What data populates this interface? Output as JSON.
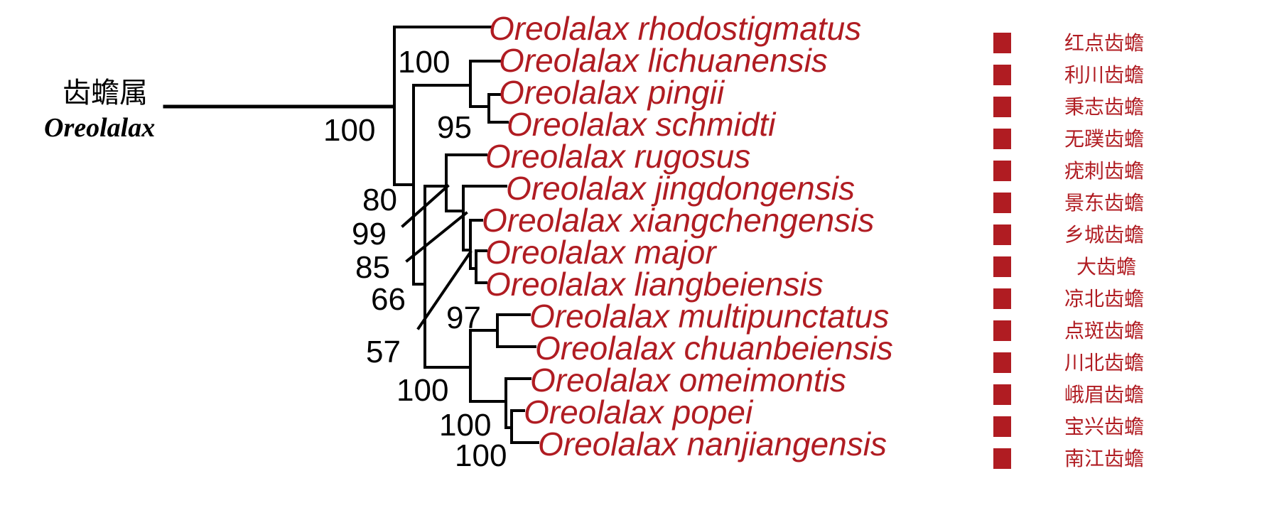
{
  "genus": {
    "name_cn": "齿蟾属",
    "name_latin": "Oreolalax"
  },
  "species": [
    {
      "latin": "Oreolalax rhodostigmatus",
      "cn": "红点齿蟾"
    },
    {
      "latin": "Oreolalax lichuanensis",
      "cn": "利川齿蟾"
    },
    {
      "latin": "Oreolalax pingii",
      "cn": "秉志齿蟾"
    },
    {
      "latin": "Oreolalax schmidti",
      "cn": "无蹼齿蟾"
    },
    {
      "latin": "Oreolalax rugosus",
      "cn": "疣刺齿蟾"
    },
    {
      "latin": "Oreolalax jingdongensis",
      "cn": "景东齿蟾"
    },
    {
      "latin": "Oreolalax xiangchengensis",
      "cn": "乡城齿蟾"
    },
    {
      "latin": "Oreolalax major",
      "cn": "大齿蟾"
    },
    {
      "latin": "Oreolalax liangbeiensis",
      "cn": "凉北齿蟾"
    },
    {
      "latin": "Oreolalax multipunctatus",
      "cn": "点斑齿蟾"
    },
    {
      "latin": "Oreolalax chuanbeiensis",
      "cn": "川北齿蟾"
    },
    {
      "latin": "Oreolalax omeimontis",
      "cn": "峨眉齿蟾"
    },
    {
      "latin": "Oreolalax popei",
      "cn": "宝兴齿蟾"
    },
    {
      "latin": "Oreolalax nanjiangensis",
      "cn": "南江齿蟾"
    }
  ],
  "support_values": [
    "100",
    "100",
    "95",
    "80",
    "99",
    "85",
    "66",
    "97",
    "57",
    "100",
    "100",
    "100"
  ],
  "colors": {
    "taxon_text": "#b01c22",
    "marker": "#b01c22",
    "branches": "#000000"
  }
}
